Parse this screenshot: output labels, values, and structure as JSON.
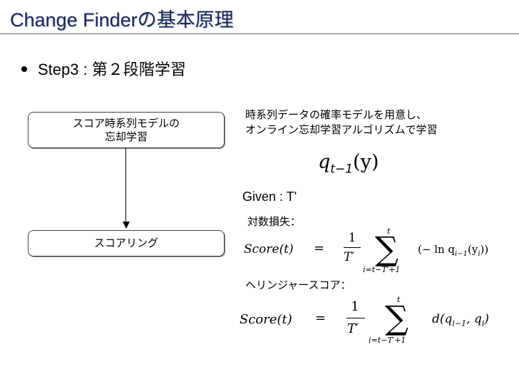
{
  "slide": {
    "title": "Change Finderの基本原理",
    "bullet": "Step3 : 第２段階学習"
  },
  "flow": {
    "box1_line1": "スコア時系列モデルの",
    "box1_line2": "忘却学習",
    "box2": "スコアリング"
  },
  "desc": {
    "line1": "時系列データの確率モデルを用意し、",
    "line2": "オンライン忘却学習アルゴリズムで学習"
  },
  "formula_q": {
    "q": "q",
    "sub": "t−1",
    "arg": "(y)"
  },
  "given": "Given : T'",
  "log_loss": {
    "label": "対数損失：",
    "lhs": "Score(t)",
    "equals": "=",
    "numerator": "1",
    "denominator": "T′",
    "sum_upper": "t",
    "sum_lower": "i=t−T′+1",
    "term": "(− ln q",
    "term_sub": "i−1",
    "term_rest": "(y",
    "term_sub2": "i",
    "term_end": "))"
  },
  "hellinger": {
    "label": "ヘリンジャースコア：",
    "lhs": "Score(t)",
    "equals": "=",
    "numerator": "1",
    "denominator": "T′",
    "sum_upper": "t",
    "sum_lower": "i=t−T′+1",
    "term": "d(q",
    "term_sub": "i−1",
    "term_rest": ", q",
    "term_sub2": "i",
    "term_end": ")"
  }
}
